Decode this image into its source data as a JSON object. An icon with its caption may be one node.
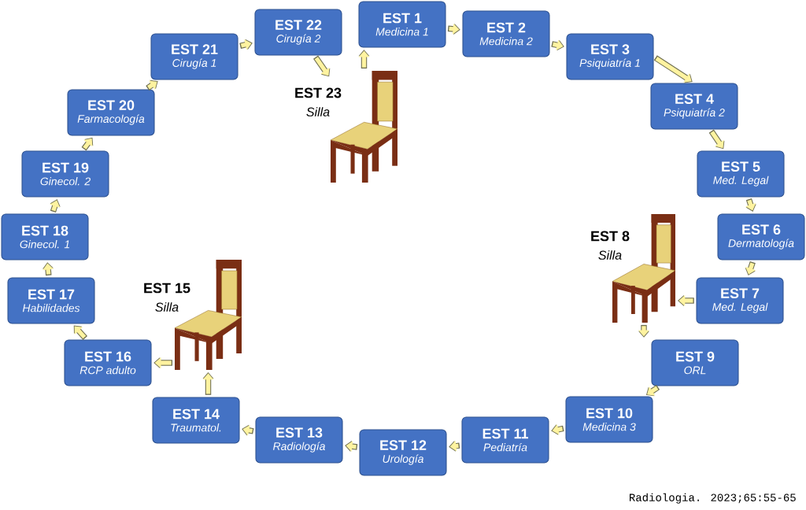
{
  "diagram": {
    "caption": "Radiologia. 2023;65:55-65",
    "nodes": [
      {
        "text": [
          "EST 1",
          "Medicina 1"
        ]
      },
      {
        "text": [
          "EST 2",
          "Medicina 2"
        ]
      },
      {
        "text": [
          "EST 3",
          "Psiquiatría 1"
        ]
      },
      {
        "text": [
          "EST 4",
          "Psiquiatría 2"
        ]
      },
      {
        "text": [
          "EST 5",
          "Med. Legal"
        ]
      },
      {
        "text": [
          "EST 6",
          "Dermatología"
        ]
      },
      {
        "text": [
          "EST 7",
          "Med. Legal"
        ]
      },
      {
        "text": [
          "EST 8",
          "Silla"
        ]
      },
      {
        "text": [
          "EST 9",
          "ORL"
        ]
      },
      {
        "text": [
          "EST 10",
          "Medicina 3"
        ]
      },
      {
        "text": [
          "EST 11",
          "Pediatría"
        ]
      },
      {
        "text": [
          "EST 12",
          "Urología"
        ]
      },
      {
        "text": [
          "EST 13",
          "Radiología"
        ]
      },
      {
        "text": [
          "EST 14",
          "Traumatol."
        ]
      },
      {
        "text": [
          "EST 15",
          "Silla"
        ]
      },
      {
        "text": [
          "EST 16",
          "RCP adulto"
        ]
      },
      {
        "text": [
          "EST 17",
          "Habilidades"
        ]
      },
      {
        "text": [
          "EST 18",
          "Ginecol. 1"
        ]
      },
      {
        "text": [
          "EST 19",
          "Ginecol. 2"
        ]
      },
      {
        "text": [
          "EST 20",
          "Farmacología"
        ]
      },
      {
        "text": [
          "EST 21",
          "Cirugía 1"
        ]
      },
      {
        "text": [
          "EST 22",
          "Cirugía 2"
        ]
      },
      {
        "text": [
          "EST 23",
          "Silla"
        ]
      }
    ],
    "edges": [
      {
        "from": 0,
        "to": 1,
        "arrow": "to"
      },
      {
        "from": 1,
        "to": 2,
        "arrow": "to"
      },
      {
        "from": 2,
        "to": 3,
        "arrow": "to"
      },
      {
        "from": 3,
        "to": 4,
        "arrow": "to"
      },
      {
        "from": 4,
        "to": 5,
        "arrow": "to"
      },
      {
        "from": 5,
        "to": 6,
        "arrow": "to"
      },
      {
        "from": 6,
        "to": 7,
        "arrow": "to"
      },
      {
        "from": 7,
        "to": 8,
        "arrow": "to"
      },
      {
        "from": 8,
        "to": 9,
        "arrow": "to"
      },
      {
        "from": 9,
        "to": 10,
        "arrow": "to"
      },
      {
        "from": 10,
        "to": 11,
        "arrow": "to"
      },
      {
        "from": 11,
        "to": 12,
        "arrow": "to"
      },
      {
        "from": 12,
        "to": 13,
        "arrow": "to"
      },
      {
        "from": 13,
        "to": 14,
        "arrow": "to"
      },
      {
        "from": 14,
        "to": 15,
        "arrow": "to"
      },
      {
        "from": 15,
        "to": 16,
        "arrow": "to"
      },
      {
        "from": 16,
        "to": 17,
        "arrow": "to"
      },
      {
        "from": 17,
        "to": 18,
        "arrow": "to"
      },
      {
        "from": 18,
        "to": 19,
        "arrow": "to"
      },
      {
        "from": 19,
        "to": 20,
        "arrow": "to"
      },
      {
        "from": 20,
        "to": 21,
        "arrow": "to"
      },
      {
        "from": 21,
        "to": 22,
        "arrow": "to"
      },
      {
        "from": 22,
        "to": 0,
        "arrow": "to"
      }
    ]
  }
}
